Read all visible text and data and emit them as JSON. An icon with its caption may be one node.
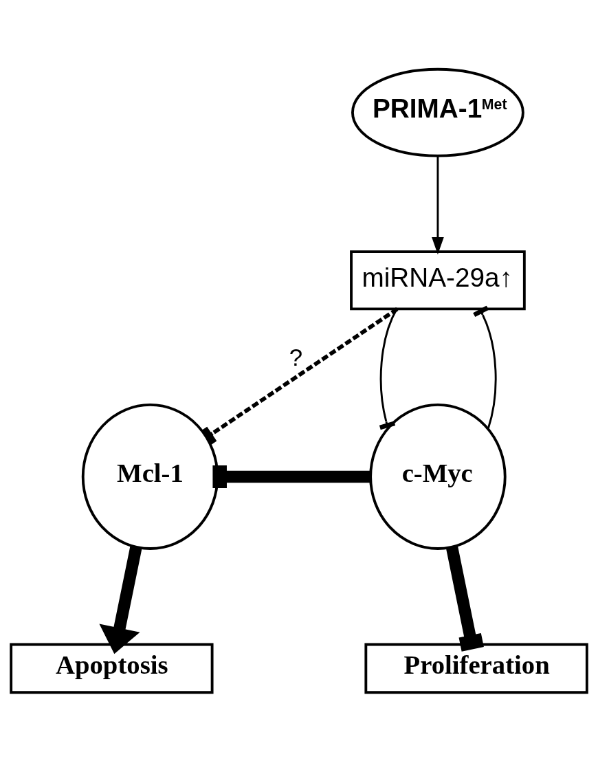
{
  "diagram": {
    "nodes": [
      {
        "text": [
          "PRIMA-1$^{Met}$"
        ]
      },
      {
        "text": [
          "miRNA-29a↑"
        ]
      },
      {
        "text": [
          "Mcl-1"
        ]
      },
      {
        "text": [
          "c-Myc"
        ]
      },
      {
        "text": [
          "Apoptosis"
        ]
      },
      {
        "text": [
          "Proliferation"
        ]
      }
    ],
    "edges": [
      {
        "from": 0,
        "to": 1,
        "arrow": "to"
      },
      {
        "from": 1,
        "to": 2,
        "arrow": "other",
        "style": "dashed",
        "label": "?"
      },
      {
        "from": 1,
        "to": 3,
        "arrow": "other"
      },
      {
        "from": 3,
        "to": 1,
        "arrow": "other"
      },
      {
        "from": 3,
        "to": 2,
        "arrow": "other",
        "style": "thick"
      },
      {
        "from": 2,
        "to": 4,
        "arrow": "to",
        "style": "thick"
      },
      {
        "from": 3,
        "to": 5,
        "arrow": "other",
        "style": "thick"
      }
    ]
  }
}
